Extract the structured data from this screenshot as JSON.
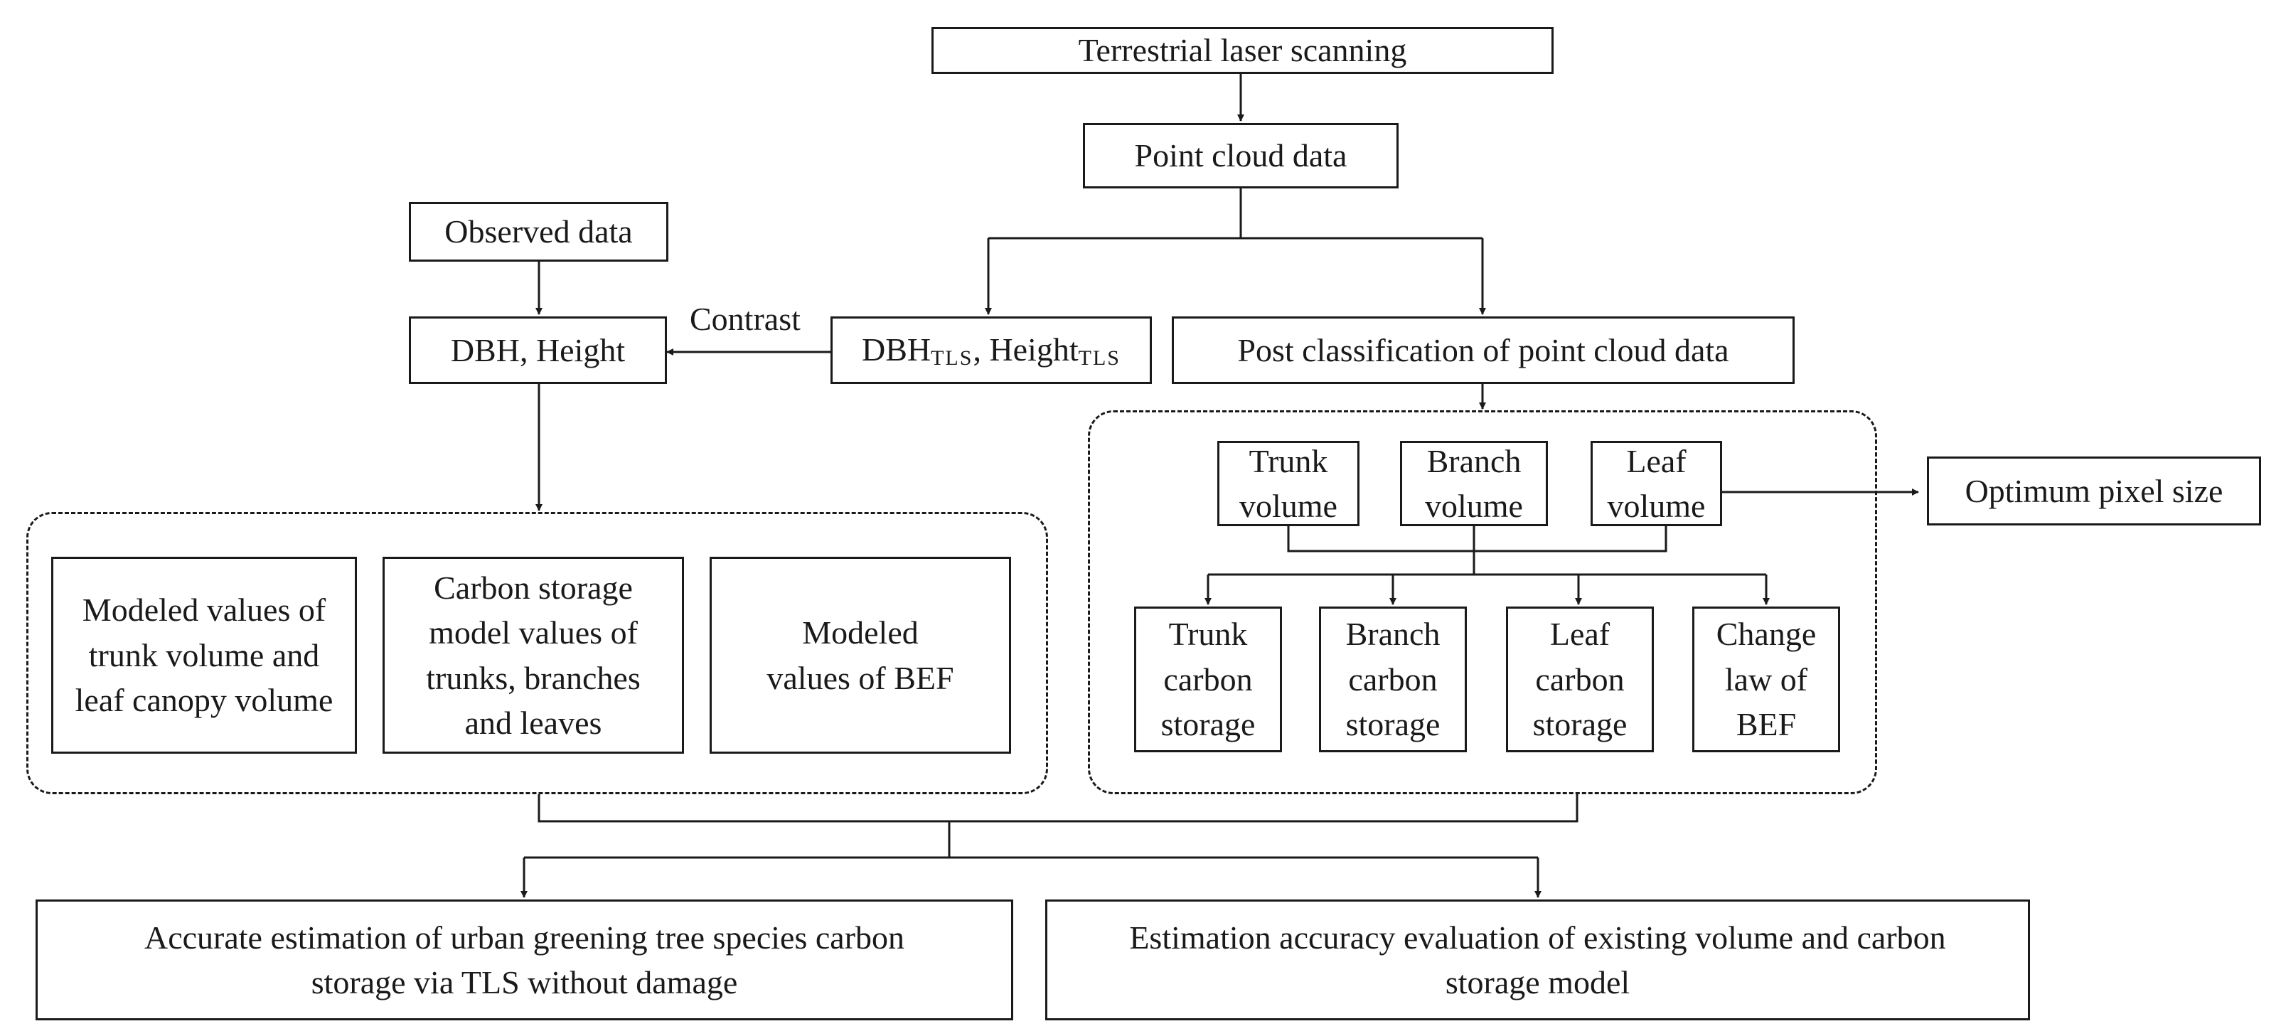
{
  "nodes": {
    "tls": "Terrestrial laser scanning",
    "point_cloud": "Point cloud data",
    "observed": "Observed data",
    "dbh_height": "DBH, Height",
    "dbh_tls_a": "DBH",
    "dbh_tls_sub": "TLS",
    "dbh_tls_b": ", Height",
    "height_tls_sub": "TLS",
    "post_class": "Post classification of point cloud data",
    "trunk_volume": "Trunk volume",
    "branch_volume": "Branch volume",
    "leaf_volume": "Leaf volume",
    "optimum": "Optimum pixel size",
    "trunk_carbon": "Trunk carbon storage",
    "branch_carbon": "Branch carbon storage",
    "leaf_carbon": "Leaf carbon storage",
    "change_bef": "Change law of BEF",
    "modeled_trunk": "Modeled values of trunk volume and leaf canopy volume",
    "carbon_model": "Carbon storage model values of trunks, branches and leaves",
    "modeled_bef": "Modeled values of BEF",
    "accurate_est": "Accurate estimation of urban greening tree species carbon storage via TLS without damage",
    "accuracy_eval": "Estimation accuracy evaluation of existing volume and carbon storage model"
  },
  "edge_labels": {
    "contrast": "Contrast"
  }
}
